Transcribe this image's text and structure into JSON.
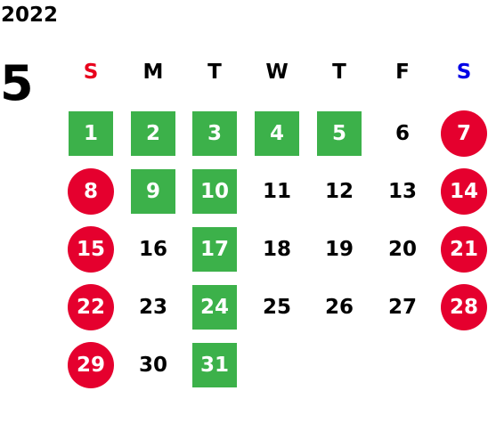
{
  "year": "2022",
  "month": "5",
  "weekdays": [
    {
      "label": "S",
      "color": "#e8001c"
    },
    {
      "label": "M",
      "color": "#000000"
    },
    {
      "label": "T",
      "color": "#000000"
    },
    {
      "label": "W",
      "color": "#000000"
    },
    {
      "label": "T",
      "color": "#000000"
    },
    {
      "label": "F",
      "color": "#000000"
    },
    {
      "label": "S",
      "color": "#0000e6"
    }
  ],
  "colors": {
    "green": "#3cb14a",
    "red": "#e5002e"
  },
  "weeks": [
    [
      {
        "day": "1",
        "style": "green"
      },
      {
        "day": "2",
        "style": "green"
      },
      {
        "day": "3",
        "style": "green"
      },
      {
        "day": "4",
        "style": "green"
      },
      {
        "day": "5",
        "style": "green"
      },
      {
        "day": "6",
        "style": "plain"
      },
      {
        "day": "7",
        "style": "red"
      }
    ],
    [
      {
        "day": "8",
        "style": "red"
      },
      {
        "day": "9",
        "style": "green"
      },
      {
        "day": "10",
        "style": "green"
      },
      {
        "day": "11",
        "style": "plain"
      },
      {
        "day": "12",
        "style": "plain"
      },
      {
        "day": "13",
        "style": "plain"
      },
      {
        "day": "14",
        "style": "red"
      }
    ],
    [
      {
        "day": "15",
        "style": "red"
      },
      {
        "day": "16",
        "style": "plain"
      },
      {
        "day": "17",
        "style": "green"
      },
      {
        "day": "18",
        "style": "plain"
      },
      {
        "day": "19",
        "style": "plain"
      },
      {
        "day": "20",
        "style": "plain"
      },
      {
        "day": "21",
        "style": "red"
      }
    ],
    [
      {
        "day": "22",
        "style": "red"
      },
      {
        "day": "23",
        "style": "plain"
      },
      {
        "day": "24",
        "style": "green"
      },
      {
        "day": "25",
        "style": "plain"
      },
      {
        "day": "26",
        "style": "plain"
      },
      {
        "day": "27",
        "style": "plain"
      },
      {
        "day": "28",
        "style": "red"
      }
    ],
    [
      {
        "day": "29",
        "style": "red"
      },
      {
        "day": "30",
        "style": "plain"
      },
      {
        "day": "31",
        "style": "green"
      }
    ]
  ]
}
